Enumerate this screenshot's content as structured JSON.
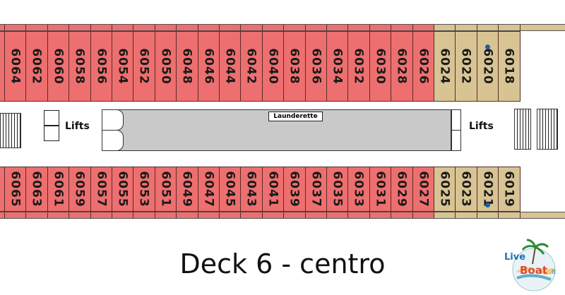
{
  "colors": {
    "cabin_red": "#ee6f6f",
    "cabin_tan": "#d8c493",
    "dot_blue": "#1f5fa8",
    "service_grey": "#c9c9c9"
  },
  "top_cabins": [
    {
      "number": "6064",
      "type": "red"
    },
    {
      "number": "6062",
      "type": "red"
    },
    {
      "number": "6060",
      "type": "red"
    },
    {
      "number": "6058",
      "type": "red"
    },
    {
      "number": "6056",
      "type": "red"
    },
    {
      "number": "6054",
      "type": "red"
    },
    {
      "number": "6052",
      "type": "red"
    },
    {
      "number": "6050",
      "type": "red"
    },
    {
      "number": "6048",
      "type": "red"
    },
    {
      "number": "6046",
      "type": "red"
    },
    {
      "number": "6044",
      "type": "red"
    },
    {
      "number": "6042",
      "type": "red"
    },
    {
      "number": "6040",
      "type": "red"
    },
    {
      "number": "6038",
      "type": "red"
    },
    {
      "number": "6036",
      "type": "red"
    },
    {
      "number": "6034",
      "type": "red"
    },
    {
      "number": "6032",
      "type": "red"
    },
    {
      "number": "6030",
      "type": "red"
    },
    {
      "number": "6028",
      "type": "red"
    },
    {
      "number": "6026",
      "type": "red"
    },
    {
      "number": "6024",
      "type": "tan"
    },
    {
      "number": "6022",
      "type": "tan"
    },
    {
      "number": "6020",
      "type": "tan",
      "dot": true
    },
    {
      "number": "6018",
      "type": "tan"
    }
  ],
  "bottom_cabins": [
    {
      "number": "6065",
      "type": "red"
    },
    {
      "number": "6063",
      "type": "red"
    },
    {
      "number": "6061",
      "type": "red"
    },
    {
      "number": "6059",
      "type": "red"
    },
    {
      "number": "6057",
      "type": "red"
    },
    {
      "number": "6055",
      "type": "red"
    },
    {
      "number": "6053",
      "type": "red"
    },
    {
      "number": "6051",
      "type": "red"
    },
    {
      "number": "6049",
      "type": "red"
    },
    {
      "number": "6047",
      "type": "red"
    },
    {
      "number": "6045",
      "type": "red"
    },
    {
      "number": "6043",
      "type": "red"
    },
    {
      "number": "6041",
      "type": "red"
    },
    {
      "number": "6039",
      "type": "red"
    },
    {
      "number": "6037",
      "type": "red"
    },
    {
      "number": "6035",
      "type": "red"
    },
    {
      "number": "6033",
      "type": "red"
    },
    {
      "number": "6031",
      "type": "red"
    },
    {
      "number": "6029",
      "type": "red"
    },
    {
      "number": "6027",
      "type": "red"
    },
    {
      "number": "6025",
      "type": "tan"
    },
    {
      "number": "6023",
      "type": "tan"
    },
    {
      "number": "6021",
      "type": "tan",
      "dot": true
    },
    {
      "number": "6019",
      "type": "tan"
    }
  ],
  "corridor": {
    "lifts_left": "Lifts",
    "lifts_right": "Lifts",
    "launderette": "Launderette"
  },
  "title": "Deck 6 - centro",
  "logo": {
    "text_live": "Live",
    "text_boat": "Boat",
    "text_domain": ".it",
    "icon": "globe-with-palm-logo"
  }
}
